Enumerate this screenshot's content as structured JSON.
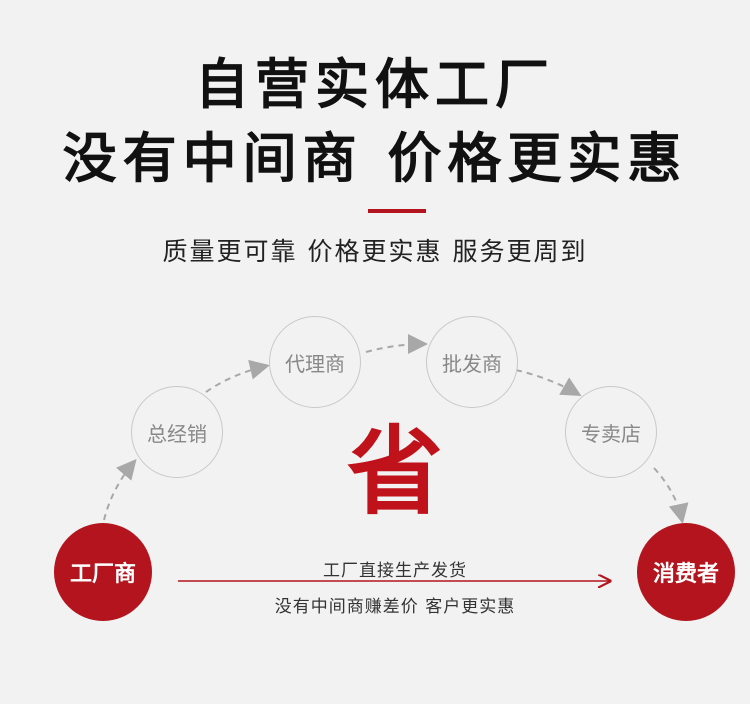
{
  "heading": {
    "line1": "自营实体工厂",
    "line2": "没有中间商 价格更实惠",
    "subtitle": "质量更可靠 价格更实惠 服务更周到"
  },
  "diagram": {
    "nodes": {
      "factory": "工厂商",
      "general": "总经销",
      "agent": "代理商",
      "wholesaler": "批发商",
      "retailer": "专卖店",
      "consumer": "消费者"
    },
    "save_char": "省",
    "direct_line1": "工厂直接生产发货",
    "direct_line2": "没有中间商赚差价 客户更实惠",
    "colors": {
      "accent": "#b3141d",
      "node_border": "#c8c8c8",
      "node_text": "#888888"
    }
  }
}
